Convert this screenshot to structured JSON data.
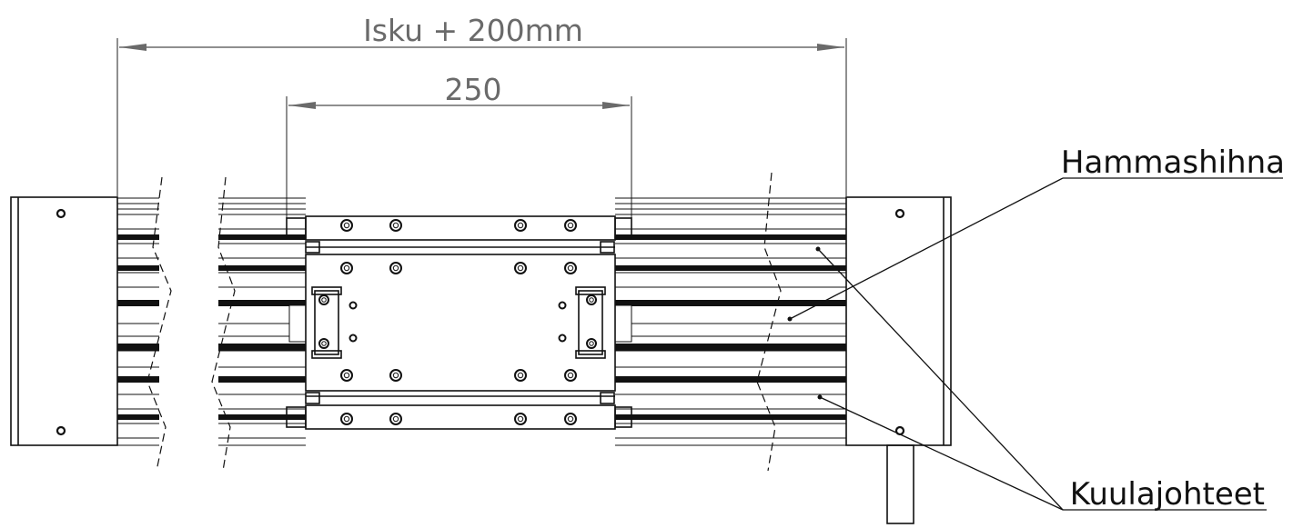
{
  "dimensions": {
    "overall": "Isku + 200mm",
    "carriage": "250"
  },
  "callouts": {
    "belt": "Hammashihna",
    "rails": "Kuulajohteet"
  },
  "colors": {
    "line": "#111111",
    "dimension": "#6a6a6a",
    "background": "#ffffff"
  }
}
